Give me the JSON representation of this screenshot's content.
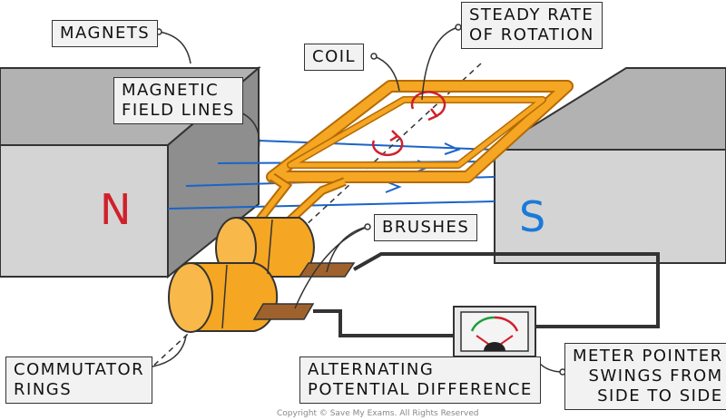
{
  "labels": {
    "magnets": "MAGNETS",
    "coil": "COIL",
    "steady_rate_line1": "STEADY RATE",
    "steady_rate_line2": "OF ROTATION",
    "field_lines_line1": "MAGNETIC",
    "field_lines_line2": "FIELD LINES",
    "brushes": "BRUSHES",
    "commutator_line1": "COMMUTATOR",
    "commutator_line2": "RINGS",
    "pd_line1": "ALTERNATING",
    "pd_line2": "POTENTIAL DIFFERENCE",
    "meter_line1": "METER POINTER",
    "meter_line2": "SWINGS FROM",
    "meter_line3": "SIDE TO SIDE"
  },
  "poles": {
    "north": "N",
    "south": "S"
  },
  "copyright": "Copyright © Save My Exams. All Rights Reserved",
  "colors": {
    "magnet_front": "#d4d4d4",
    "magnet_top": "#b2b2b2",
    "magnet_side": "#8e8e8e",
    "coil": "#f5a623",
    "coil_outline": "#b56a00",
    "field_line": "#1a64c8",
    "rotation_arrow": "#d0202a",
    "brush": "#a0622d",
    "north": "#d0202a",
    "south": "#1a7ad8",
    "meter_red": "#d0202a",
    "meter_green": "#1e9e3a"
  }
}
